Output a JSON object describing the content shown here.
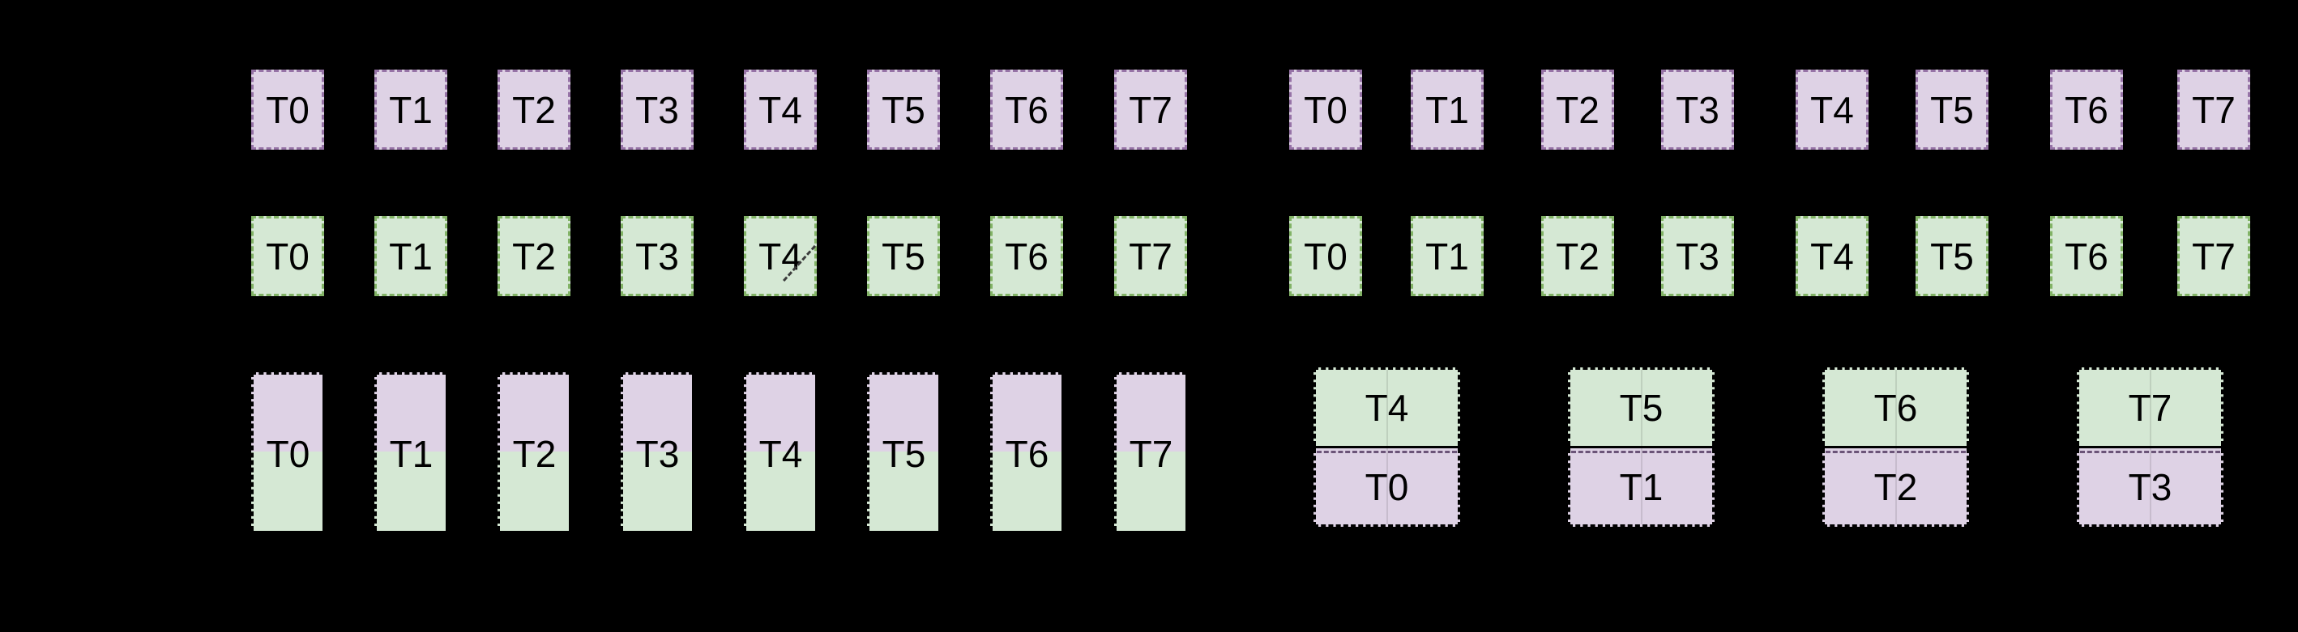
{
  "colors": {
    "background": "#000000",
    "purple_fill": "#DED2E5",
    "purple_stroke": "#9673A6",
    "green_fill": "#D5E8D4",
    "green_stroke": "#82B366",
    "black_stroke": "#000000",
    "pair_inner_dash": "#6B5478"
  },
  "left": {
    "row1": {
      "labels": [
        "T0",
        "T1",
        "T2",
        "T3",
        "T4",
        "T5",
        "T6",
        "T7"
      ]
    },
    "row2": {
      "labels": [
        "T0",
        "T1",
        "T2",
        "T3",
        "T4",
        "T5",
        "T6",
        "T7"
      ]
    },
    "row3": {
      "labels": [
        "T0",
        "T1",
        "T2",
        "T3",
        "T4",
        "T5",
        "T6",
        "T7"
      ]
    }
  },
  "right": {
    "row1": {
      "labels": [
        "T0",
        "T1",
        "T2",
        "T3",
        "T4",
        "T5",
        "T6",
        "T7"
      ]
    },
    "row2": {
      "labels": [
        "T0",
        "T1",
        "T2",
        "T3",
        "T4",
        "T5",
        "T6",
        "T7"
      ]
    },
    "row3_pairs": [
      {
        "top": "T4",
        "bottom": "T0"
      },
      {
        "top": "T5",
        "bottom": "T1"
      },
      {
        "top": "T6",
        "bottom": "T2"
      },
      {
        "top": "T7",
        "bottom": "T3"
      }
    ]
  }
}
